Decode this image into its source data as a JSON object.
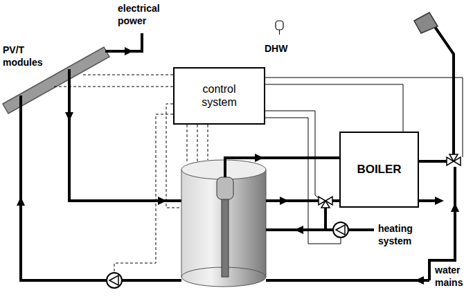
{
  "diagram": {
    "nodes": [
      {
        "text": [
          "control system"
        ]
      },
      {
        "text": [
          "BOILER"
        ]
      }
    ],
    "edges": [
      {
        "from": 0,
        "to": 1,
        "arrow": "none"
      }
    ],
    "labels": [
      "PV/T modules",
      "electrical power",
      "DHW",
      "heating system",
      "water mains"
    ]
  }
}
